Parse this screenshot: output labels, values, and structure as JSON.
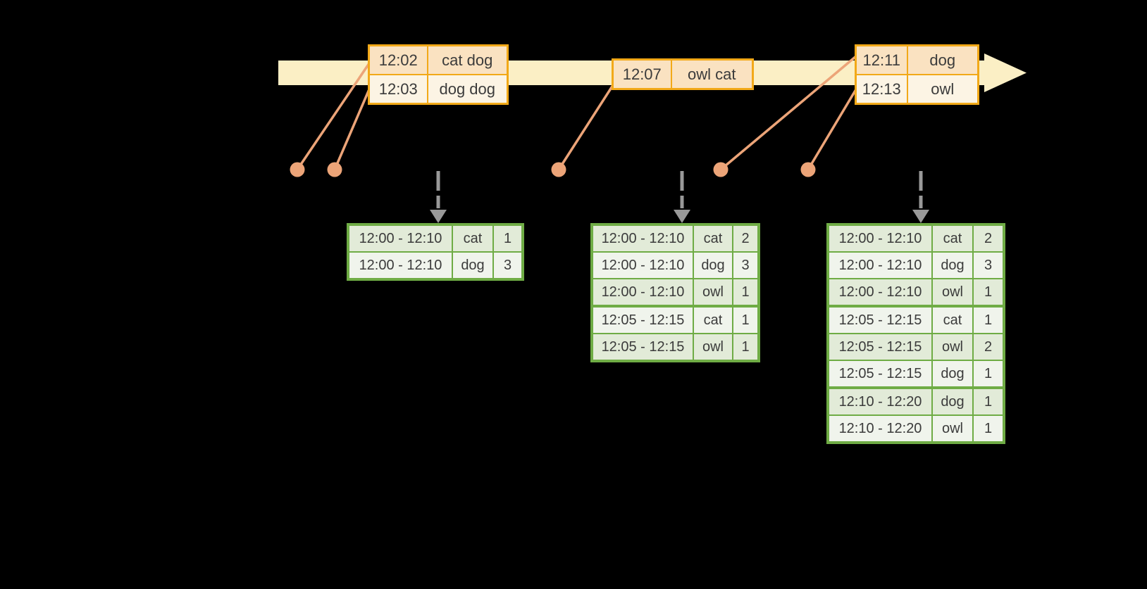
{
  "colors": {
    "background": "#000000",
    "timeline_fill": "#FBEFC5",
    "event_table_border": "#F2A918",
    "event_row_fill_dark": "#FAE2C1",
    "event_row_fill_light": "#FCF4E4",
    "marker_salmon": "#ECA478",
    "result_table_border": "#6FAC45",
    "result_row_fill_dark": "#E2EBD8",
    "result_row_fill_light": "#F0F4EC",
    "trigger_arrow_gray": "#999999",
    "table_text": "#3B3B3B"
  },
  "event_tables": [
    {
      "rows": [
        {
          "time": "12:02",
          "words": "cat dog"
        },
        {
          "time": "12:03",
          "words": "dog dog"
        }
      ]
    },
    {
      "rows": [
        {
          "time": "12:07",
          "words": "owl cat"
        }
      ]
    },
    {
      "rows": [
        {
          "time": "12:11",
          "words": "dog"
        },
        {
          "time": "12:13",
          "words": "owl"
        }
      ]
    }
  ],
  "result_tables": [
    {
      "rows": [
        {
          "window": "12:00 - 12:10",
          "word": "cat",
          "count": "1"
        },
        {
          "window": "12:00 - 12:10",
          "word": "dog",
          "count": "3"
        }
      ]
    },
    {
      "rows": [
        {
          "window": "12:00 - 12:10",
          "word": "cat",
          "count": "2"
        },
        {
          "window": "12:00 - 12:10",
          "word": "dog",
          "count": "3"
        },
        {
          "window": "12:00 - 12:10",
          "word": "owl",
          "count": "1"
        },
        {
          "window": "12:05 - 12:15",
          "word": "cat",
          "count": "1"
        },
        {
          "window": "12:05 - 12:15",
          "word": "owl",
          "count": "1"
        }
      ]
    },
    {
      "rows": [
        {
          "window": "12:00 - 12:10",
          "word": "cat",
          "count": "2"
        },
        {
          "window": "12:00 - 12:10",
          "word": "dog",
          "count": "3"
        },
        {
          "window": "12:00 - 12:10",
          "word": "owl",
          "count": "1"
        },
        {
          "window": "12:05 - 12:15",
          "word": "cat",
          "count": "1"
        },
        {
          "window": "12:05 - 12:15",
          "word": "owl",
          "count": "2"
        },
        {
          "window": "12:05 - 12:15",
          "word": "dog",
          "count": "1"
        },
        {
          "window": "12:10 - 12:20",
          "word": "dog",
          "count": "1"
        },
        {
          "window": "12:10 - 12:20",
          "word": "owl",
          "count": "1"
        }
      ]
    }
  ]
}
